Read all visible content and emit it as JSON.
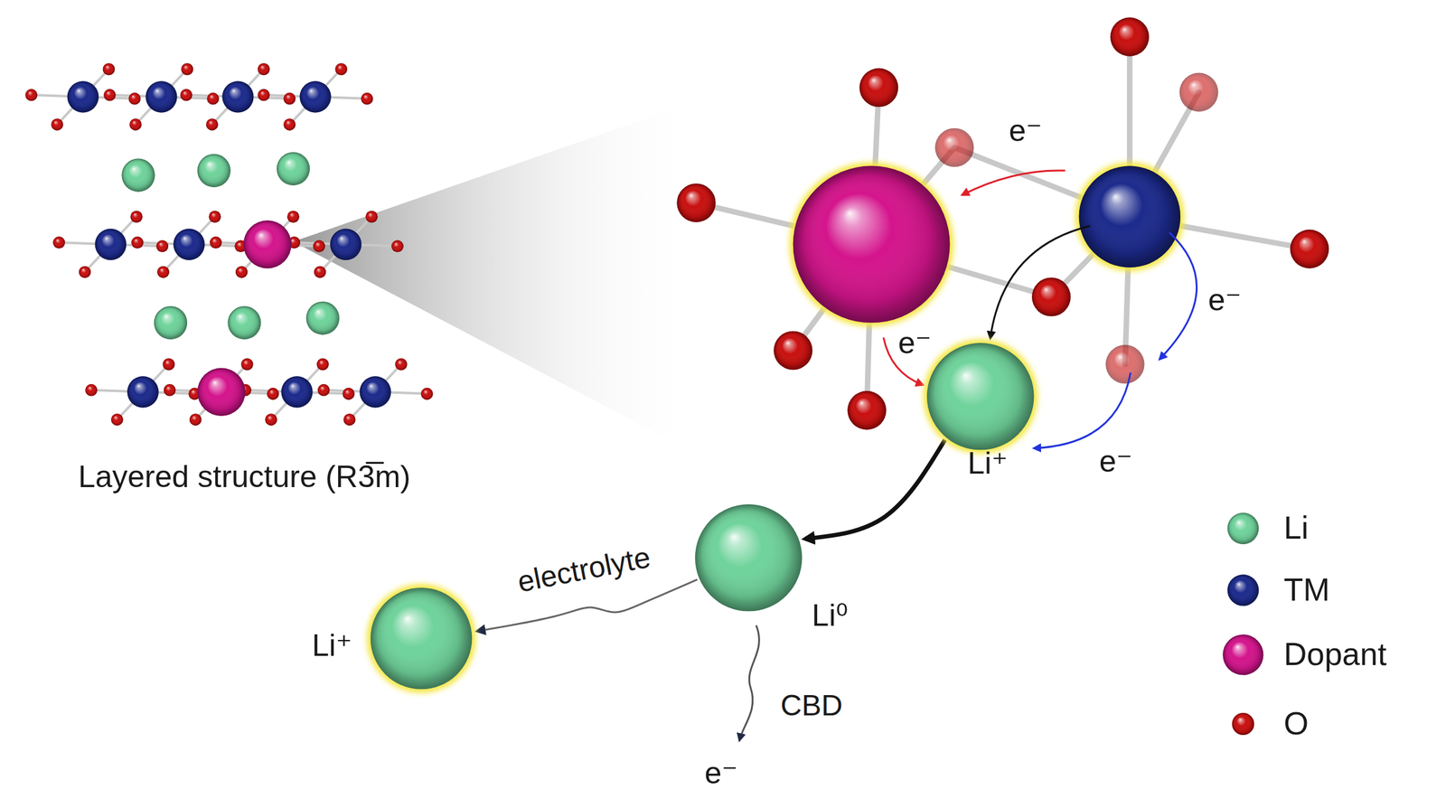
{
  "diagram": {
    "nodes": [
      {
        "text": [
          "Li⁺"
        ]
      },
      {
        "text": [
          "Li⁰"
        ]
      },
      {
        "text": [
          "Li⁺"
        ]
      }
    ],
    "edges": [
      {
        "from": 0,
        "to": 1,
        "arrow": "to"
      },
      {
        "from": 1,
        "to": 2,
        "label": "electrolyte",
        "arrow": "to"
      }
    ],
    "labels": [
      "Layered structure (R3̅m)",
      "e⁻",
      "e⁻",
      "e⁻",
      "e⁻",
      "CBD",
      "e⁻"
    ],
    "legend": [
      {
        "text": "Li",
        "color": "#6fd39b"
      },
      {
        "text": "TM",
        "color": "#1c2a8c"
      },
      {
        "text": "Dopant",
        "color": "#d4148c"
      },
      {
        "text": "O",
        "color": "#c8100f"
      }
    ]
  }
}
